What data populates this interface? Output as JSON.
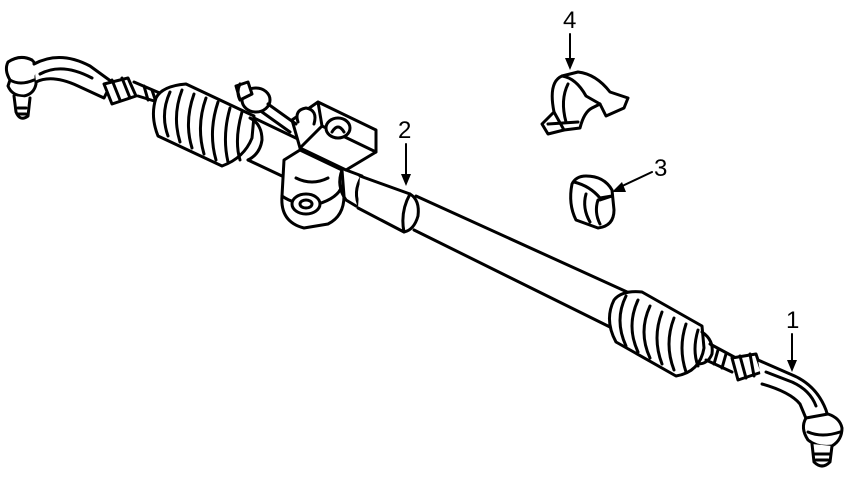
{
  "colors": {
    "line": "#000000",
    "fill": "#ffffff",
    "background": "#ffffff"
  },
  "callouts": [
    {
      "id": "1",
      "label": "1",
      "part": "tie-rod-end"
    },
    {
      "id": "2",
      "label": "2",
      "part": "steering-rack"
    },
    {
      "id": "3",
      "label": "3",
      "part": "mount-bushing"
    },
    {
      "id": "4",
      "label": "4",
      "part": "mount-bracket"
    }
  ]
}
